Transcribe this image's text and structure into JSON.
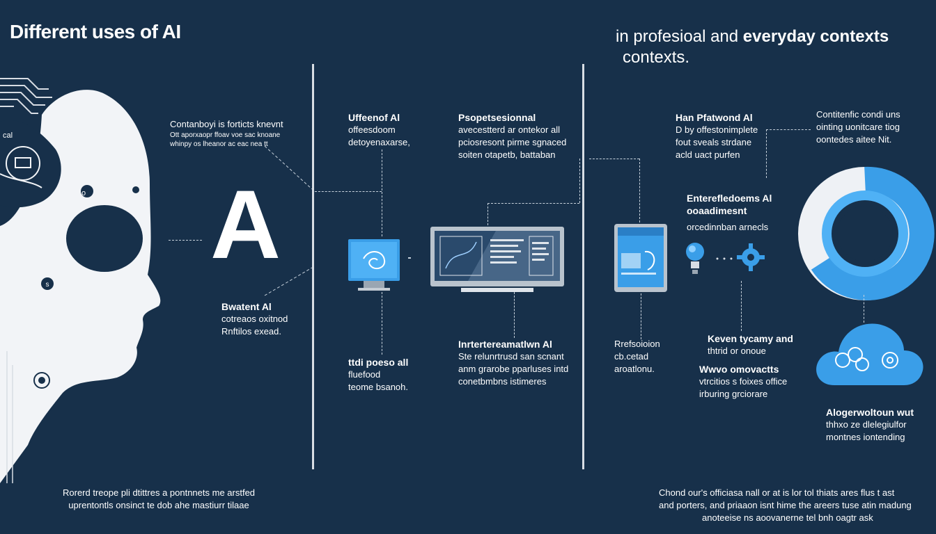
{
  "colors": {
    "background": "#17304a",
    "accent": "#3a9ee8",
    "light": "#e9edf2"
  },
  "header": {
    "title": "Different uses of AI",
    "subtitle_line1_plain": "in profesioal and ",
    "subtitle_line1_bold": "everyday contexts",
    "subtitle_line2": "contexts."
  },
  "left": {
    "note_top": [
      "Contanboyi is forticts knevnt",
      "Ott aporxaopr ffoav voe sac knoane",
      "whinpy os lheanor ac eac nea tt"
    ],
    "letter": "A",
    "note_bottom": [
      "Bwatent Al",
      "cotreaos oxitnod",
      "Rnftilos exead."
    ],
    "face_labels": [
      "o",
      "s"
    ],
    "edge_text": "cal"
  },
  "col2": {
    "top": [
      "Uffeenof Al",
      "offeesdoom",
      "detoyenaxarse,"
    ],
    "bottom": [
      "ttdi poeso all",
      "fluefood",
      "teome bsanoh."
    ]
  },
  "col3": {
    "top": [
      "Psopetsesionnal",
      "avecestterd ar ontekor all",
      "pciosresont pirme sgnaced",
      "soiten otapetb, battaban"
    ],
    "bottom": [
      "Inrtertereamatlwn Al",
      "Ste relunrtrusd san scnant",
      "anm grarobe pparluses intd",
      "conetbmbns istimeres"
    ]
  },
  "col4": {
    "top": [
      "Han Pfatwond Al",
      "D by offestonimplete",
      "fout sveals strdane",
      "acld uact purfen"
    ],
    "middle": [
      "Enterefledoems Al",
      "ooaadimesnt",
      "orcedinnban arnecls"
    ],
    "left_bottom": [
      "Rrefsoioion",
      "cb.cetad",
      "aroatlonu."
    ],
    "bottom1": [
      "Keven tycamy and",
      "thtrid or onoue"
    ],
    "bottom2": [
      "Wwvo omovactts",
      "vtrcitios s foixes office",
      "irburing grciorare"
    ]
  },
  "col5": {
    "top": [
      "Contitenfic condi uns",
      "ointing uonitcare tiog",
      "oontedes aitee Nit."
    ],
    "bottom": [
      "Alogerwoltoun wut",
      "thhxo ze dlelegiulfor",
      "montnes iontending"
    ]
  },
  "footer": {
    "left": [
      "Rorerd treope pli dtittres a pontnnets me arstfed",
      "uprentontls onsinct te dob ahe mastiurr tilaae"
    ],
    "right": [
      "Chond our's officiasa nall or at is lor tol thiats ares flus t ast",
      "and porters, and priaaon isnt hime the areers tuse atin madung",
      "anoteeise ns aoovanerne tel bnh oagtr ask"
    ]
  }
}
